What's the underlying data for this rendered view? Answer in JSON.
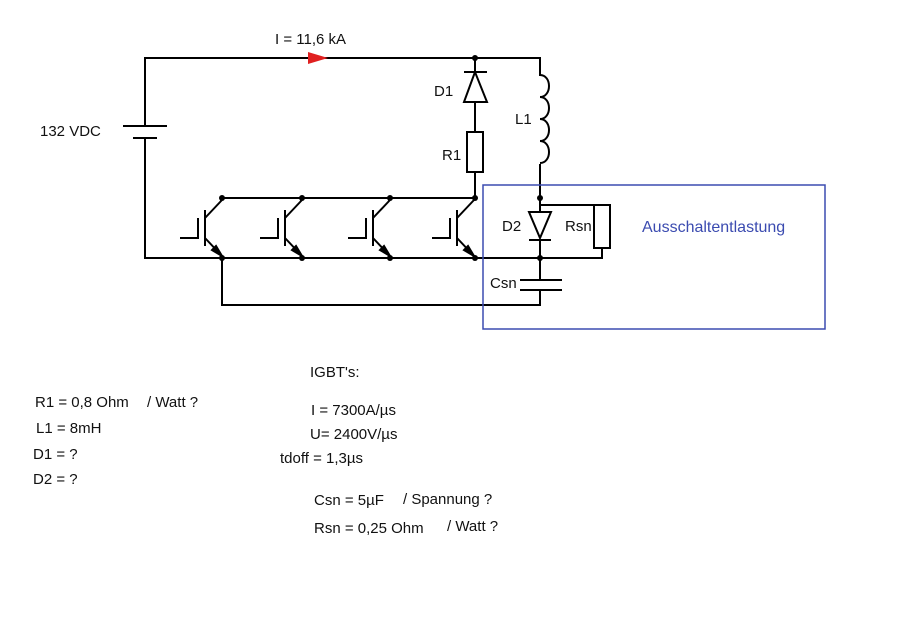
{
  "circuit": {
    "current_label": "I = 11,6 kA",
    "source_label": "132 VDC",
    "d1_label": "D1",
    "r1_label": "R1",
    "l1_label": "L1",
    "d2_label": "D2",
    "rsn_label": "Rsn",
    "csn_label": "Csn",
    "snubber_box_label": "Ausschaltentlastung",
    "colors": {
      "wire": "#000000",
      "arrow": "#e02020",
      "box": "#3b4bb0"
    }
  },
  "notes_left": {
    "r1": "R1 = 0,8 Ohm",
    "r1_q": "/ Watt ?",
    "l1": "L1 = 8mH",
    "d1": "D1 = ?",
    "d2": "D2 = ?"
  },
  "notes_igbt": {
    "title": "IGBT's:",
    "i": "I = 7300A/µs",
    "u": "U= 2400V/µs",
    "tdoff": "tdoff = 1,3µs"
  },
  "notes_snubber": {
    "csn": "Csn = 5µF",
    "csn_q": "/ Spannung ?",
    "rsn": "Rsn = 0,25 Ohm",
    "rsn_q": "/ Watt ?"
  }
}
